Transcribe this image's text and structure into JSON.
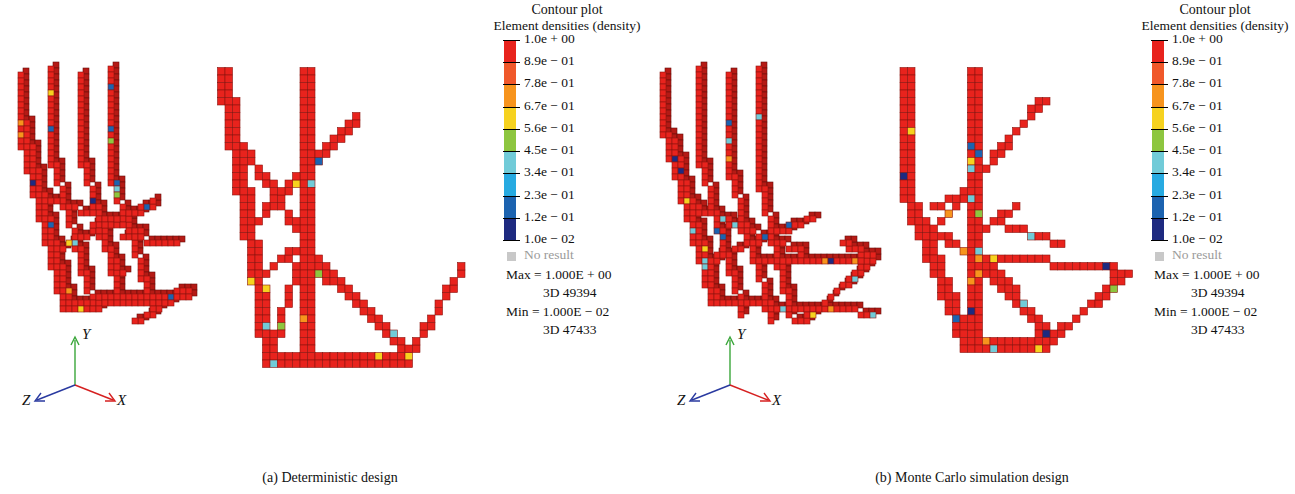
{
  "diagram": {
    "labels": [
      "Contour plot",
      "Element densities (density)",
      "Max = 1.000E + 00",
      "3D 49394",
      "Min = 1.000E − 02",
      "3D 47433",
      "Y",
      "Z",
      "X",
      "(a) Deterministic design",
      "Contour plot",
      "Element densities (density)",
      "Max = 1.000E + 00",
      "3D 49394",
      "Min = 1.000E − 02",
      "3D 47433",
      "Y",
      "Z",
      "X",
      "(b) Monte Carlo simulation design"
    ],
    "legend": [
      {
        "text": "1.0e + 00",
        "color": "#e8231d"
      },
      {
        "text": "8.9e − 01",
        "color": "#f0582a"
      },
      {
        "text": "7.8e − 01",
        "color": "#f7941d"
      },
      {
        "text": "6.7e − 01",
        "color": "#f6d21f"
      },
      {
        "text": "5.6e − 01",
        "color": "#8dc63f"
      },
      {
        "text": "4.5e − 01",
        "color": "#71cbd8"
      },
      {
        "text": "3.4e − 01",
        "color": "#27aae1"
      },
      {
        "text": "2.3e − 01",
        "color": "#1c63b0"
      },
      {
        "text": "1.2e − 01",
        "color": "#1e2a80"
      },
      {
        "text": "1.0e − 02",
        "color": "#1e2a80"
      },
      {
        "text": "No result",
        "color": "#c8c8c8"
      },
      {
        "text": "1.0e + 00",
        "color": "#e8231d"
      },
      {
        "text": "8.9e − 01",
        "color": "#f0582a"
      },
      {
        "text": "7.8e − 01",
        "color": "#f7941d"
      },
      {
        "text": "6.7e − 01",
        "color": "#f6d21f"
      },
      {
        "text": "5.6e − 01",
        "color": "#8dc63f"
      },
      {
        "text": "4.5e − 01",
        "color": "#71cbd8"
      },
      {
        "text": "3.4e − 01",
        "color": "#27aae1"
      },
      {
        "text": "2.3e − 01",
        "color": "#1c63b0"
      },
      {
        "text": "1.2e − 01",
        "color": "#1e2a80"
      },
      {
        "text": "1.0e − 02",
        "color": "#1e2a80"
      },
      {
        "text": "No result",
        "color": "#c8c8c8"
      }
    ]
  }
}
